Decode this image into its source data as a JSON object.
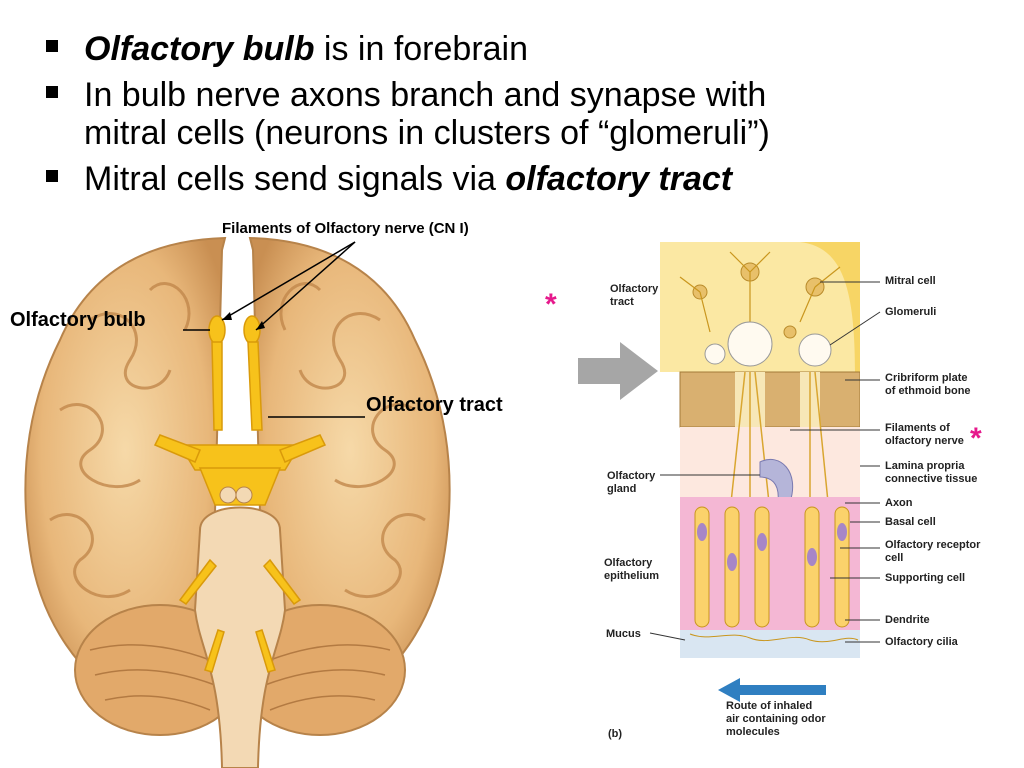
{
  "bullets": [
    {
      "emphasis": "Olfactory bulb",
      "rest": " is in forebrain"
    },
    {
      "line1": "In bulb nerve axons branch and synapse with",
      "line2": "mitral cells (neurons in clusters of “glomeruli”)"
    },
    {
      "text": "Mitral cells send signals via ",
      "emphasis": "olfactory tract"
    }
  ],
  "brain_labels": {
    "filaments": "Filaments of Olfactory nerve (CN I)",
    "bulb": "Olfactory bulb",
    "tract": "Olfactory tract"
  },
  "detail_labels": {
    "olfactory_tract": "Olfactory\ntract",
    "mitral_cell": "Mitral cell",
    "glomeruli": "Glomeruli",
    "cribriform": "Cribriform plate\nof ethmoid bone",
    "filaments": "Filaments of\nolfactory nerve",
    "lamina": "Lamina propria\nconnective tissue",
    "olfactory_gland": "Olfactory\ngland",
    "axon": "Axon",
    "basal_cell": "Basal cell",
    "receptor_cell": "Olfactory receptor\ncell",
    "supporting_cell": "Supporting cell",
    "epithelium": "Olfactory\nepithelium",
    "dendrite": "Dendrite",
    "mucus": "Mucus",
    "cilia": "Olfactory cilia",
    "route": "Route of inhaled\nair containing odor\nmolecules",
    "panel": "(b)"
  },
  "stars": [
    "*",
    "*"
  ],
  "colors": {
    "star": "#e6198c",
    "brain": "#e8b77a",
    "nerve": "#f7c21b",
    "arrow_gray": "#a6a6a6",
    "route_arrow": "#2f7fc1"
  }
}
